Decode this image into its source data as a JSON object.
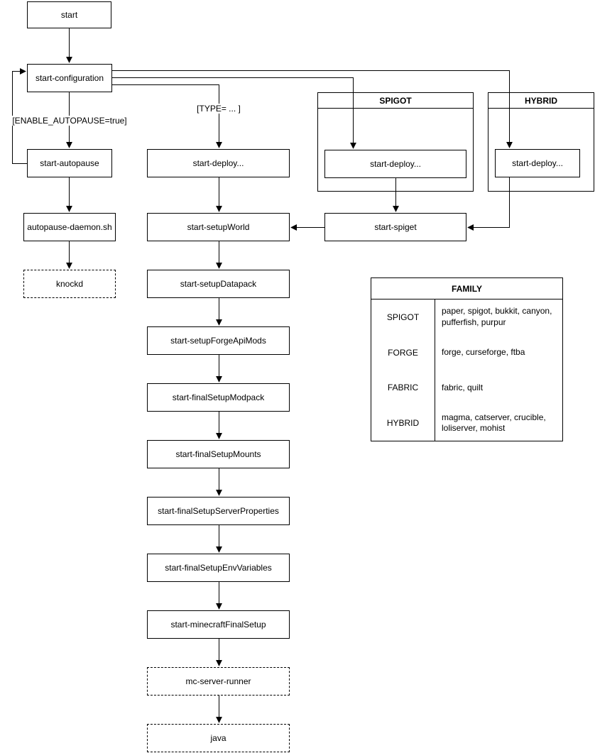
{
  "diagram": {
    "nodes": {
      "start": "start",
      "start_configuration": "start-configuration",
      "start_autopause": "start-autopause",
      "autopause_daemon": "autopause-daemon.sh",
      "knockd": "knockd",
      "start_deploy_mid": "start-deploy...",
      "start_setup_world": "start-setupWorld",
      "start_setup_datapack": "start-setupDatapack",
      "start_setup_forge_api_mods": "start-setupForgeApiMods",
      "start_final_setup_modpack": "start-finalSetupModpack",
      "start_final_setup_mounts": "start-finalSetupMounts",
      "start_final_setup_server_properties": "start-finalSetupServerProperties",
      "start_final_setup_env_variables": "start-finalSetupEnvVariables",
      "start_minecraft_final_setup": "start-minecraftFinalSetup",
      "mc_server_runner": "mc-server-runner",
      "java": "java",
      "start_spiget": "start-spiget",
      "spigot_deploy": "start-deploy...",
      "hybrid_deploy": "start-deploy..."
    },
    "containers": {
      "spigot_title": "SPIGOT",
      "hybrid_title": "HYBRID"
    },
    "edge_labels": {
      "enable_autopause": "[ENABLE_AUTOPAUSE=true]",
      "type_switch": "[TYPE= ... ]"
    },
    "family_table": {
      "title": "FAMILY",
      "rows": [
        {
          "family": "SPIGOT",
          "members": "paper, spigot, bukkit, canyon, pufferfish, purpur"
        },
        {
          "family": "FORGE",
          "members": "forge, curseforge, ftba"
        },
        {
          "family": "FABRIC",
          "members": "fabric, quilt"
        },
        {
          "family": "HYBRID",
          "members": "magma, catserver, crucible, loliserver, mohist"
        }
      ]
    },
    "colors": {
      "stroke": "#000000",
      "fill": "#ffffff"
    }
  }
}
